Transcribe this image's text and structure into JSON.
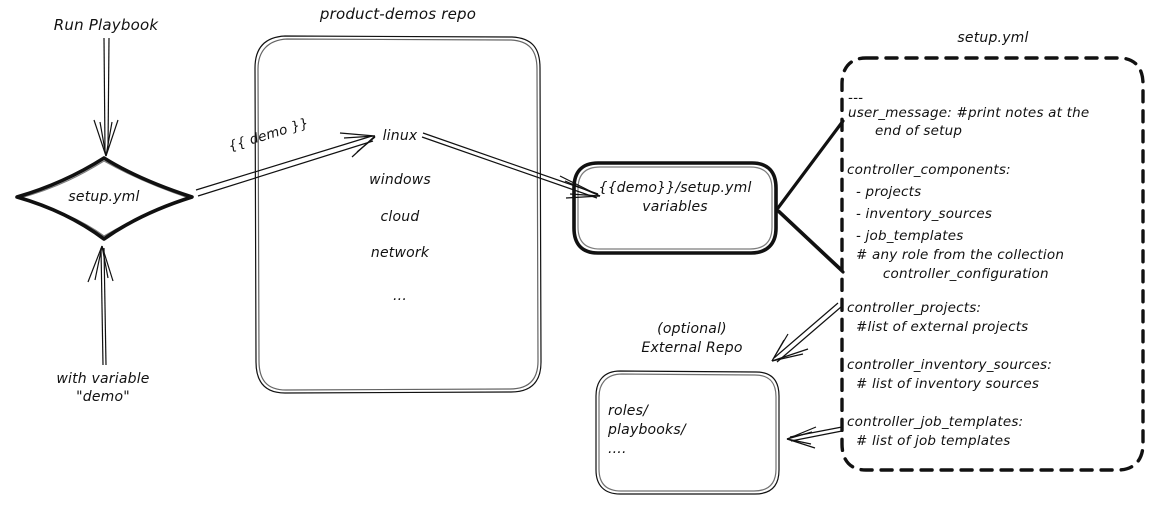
{
  "diagram": {
    "title": "product-demos setup.yml flow",
    "ink_color": "#111111",
    "background": "#ffffff"
  },
  "entry": {
    "run_playbook_label": "Run Playbook",
    "with_variable_label": "with variable\n\"demo\"",
    "setup_node_label": "setup.yml"
  },
  "repo": {
    "title": "product-demos repo",
    "items": [
      "linux",
      "windows",
      "cloud",
      "network",
      "..."
    ],
    "edge_label": "{{ demo }}"
  },
  "variables_node": {
    "line1": "{{demo}}/setup.yml",
    "line2": "variables"
  },
  "external_repo": {
    "title_line1": "(optional)",
    "title_line2": "External Repo",
    "items": [
      "roles/",
      "playbooks/",
      "...."
    ]
  },
  "setup_yml_panel": {
    "title": "setup.yml",
    "blocks": [
      {
        "name": "doc-start",
        "lines": [
          "---"
        ]
      },
      {
        "name": "user-message",
        "lines": [
          "user_message: #print notes at the",
          "      end of setup"
        ]
      },
      {
        "name": "controller-components",
        "lines": [
          "controller_components:",
          "  - projects",
          "  - inventory_sources",
          "  - job_templates",
          "  # any role from the collection",
          "        controller_configuration"
        ]
      },
      {
        "name": "controller-projects",
        "lines": [
          "controller_projects:",
          "  #list of external projects"
        ]
      },
      {
        "name": "controller-inventory-sources",
        "lines": [
          "controller_inventory_sources:",
          "  # list of inventory sources"
        ]
      },
      {
        "name": "controller-job-templates",
        "lines": [
          "controller_job_templates:",
          "  # list of job templates"
        ]
      }
    ]
  }
}
